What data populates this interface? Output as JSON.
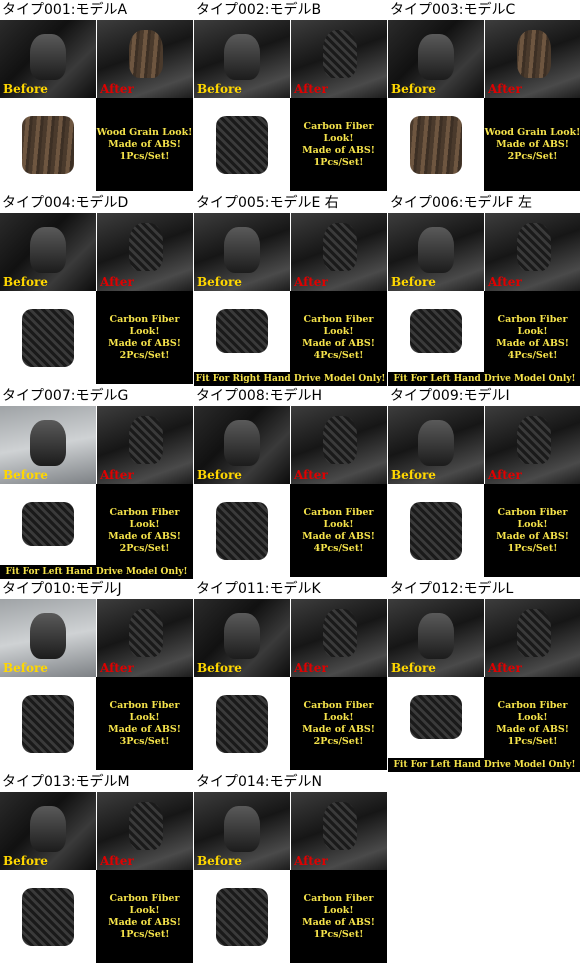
{
  "before_label": "Before",
  "after_label": "After",
  "products": [
    {
      "title": "タイプ001:モデルA",
      "desc": [
        "Wood Grain Look!",
        "Made of ABS!",
        "1Pcs/Set!"
      ],
      "finish": "wood",
      "footer": ""
    },
    {
      "title": "タイプ002:モデルB",
      "desc": [
        "Carbon Fiber Look!",
        "Made of ABS!",
        "1Pcs/Set!"
      ],
      "finish": "carbon",
      "footer": ""
    },
    {
      "title": "タイプ003:モデルC",
      "desc": [
        "Wood Grain Look!",
        "Made of ABS!",
        "2Pcs/Set!"
      ],
      "finish": "wood",
      "footer": ""
    },
    {
      "title": "タイプ004:モデルD",
      "desc": [
        "Carbon Fiber Look!",
        "Made of ABS!",
        "2Pcs/Set!"
      ],
      "finish": "carbon",
      "footer": ""
    },
    {
      "title": "タイプ005:モデルE 右",
      "desc": [
        "Carbon Fiber Look!",
        "Made of ABS!",
        "4Pcs/Set!"
      ],
      "finish": "carbon",
      "footer": "Fit For Right Hand Drive Model Only!"
    },
    {
      "title": "タイプ006:モデルF 左",
      "desc": [
        "Carbon Fiber Look!",
        "Made of ABS!",
        "4Pcs/Set!"
      ],
      "finish": "carbon",
      "footer": "Fit For Left Hand Drive Model Only!"
    },
    {
      "title": "タイプ007:モデルG",
      "desc": [
        "Carbon Fiber Look!",
        "Made of ABS!",
        "2Pcs/Set!"
      ],
      "finish": "carbon",
      "footer": "Fit For Left Hand Drive Model Only!"
    },
    {
      "title": "タイプ008:モデルH",
      "desc": [
        "Carbon Fiber Look!",
        "Made of ABS!",
        "4Pcs/Set!"
      ],
      "finish": "carbon",
      "footer": ""
    },
    {
      "title": "タイプ009:モデルI",
      "desc": [
        "Carbon Fiber Look!",
        "Made of ABS!",
        "1Pcs/Set!"
      ],
      "finish": "carbon",
      "footer": ""
    },
    {
      "title": "タイプ010:モデルJ",
      "desc": [
        "Carbon Fiber Look!",
        "Made of ABS!",
        "3Pcs/Set!"
      ],
      "finish": "carbon",
      "footer": ""
    },
    {
      "title": "タイプ011:モデルK",
      "desc": [
        "Carbon Fiber Look!",
        "Made of ABS!",
        "2Pcs/Set!"
      ],
      "finish": "carbon",
      "footer": ""
    },
    {
      "title": "タイプ012:モデルL",
      "desc": [
        "Carbon Fiber Look!",
        "Made of ABS!",
        "1Pcs/Set!"
      ],
      "finish": "carbon",
      "footer": "Fit For Left Hand Drive Model Only!"
    },
    {
      "title": "タイプ013:モデルM",
      "desc": [
        "Carbon Fiber Look!",
        "Made of ABS!",
        "1Pcs/Set!"
      ],
      "finish": "carbon",
      "footer": ""
    },
    {
      "title": "タイプ014:モデルN",
      "desc": [
        "Carbon Fiber Look!",
        "Made of ABS!",
        "1Pcs/Set!"
      ],
      "finish": "carbon",
      "footer": ""
    }
  ],
  "colors": {
    "before": "#ffd700",
    "after": "#e00000",
    "desc": "#f4e24a"
  }
}
